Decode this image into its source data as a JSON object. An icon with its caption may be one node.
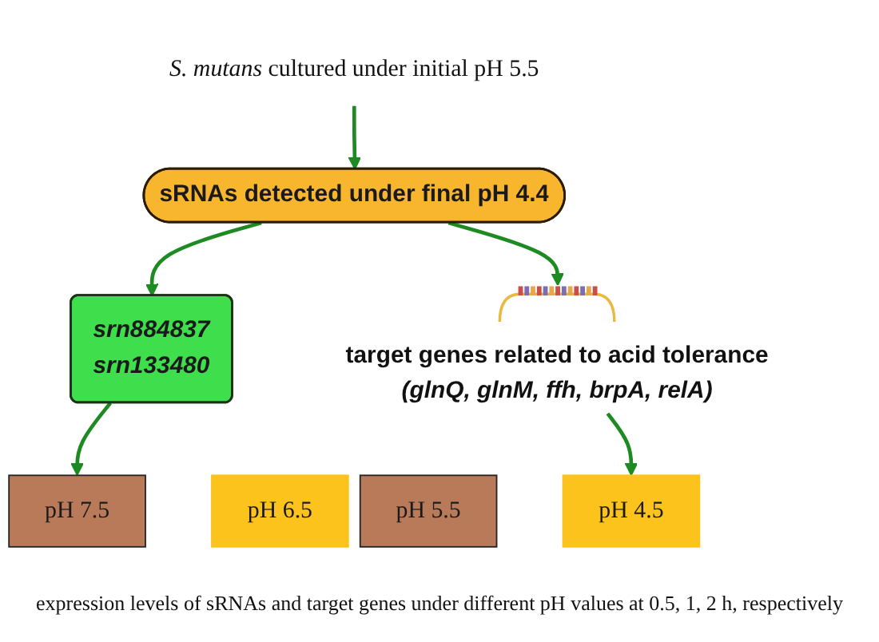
{
  "diagram": {
    "caption": "expression levels of sRNAs and target genes under different pH values at 0.5, 1, 2 h, respectively",
    "nodes": [
      {
        "text": [
          "*S. mutans* cultured under initial pH 5.5"
        ]
      },
      {
        "text": [
          "sRNAs detected under final pH 4.4"
        ]
      },
      {
        "text": [
          "srn884837",
          "srn133480"
        ]
      },
      {
        "text": [
          "target genes related to acid tolerance",
          "(glnQ, glnM, ffh, brpA, relA)"
        ]
      },
      {
        "text": [
          "pH 7.5"
        ]
      },
      {
        "text": [
          "pH 6.5"
        ]
      },
      {
        "text": [
          "pH 5.5"
        ]
      },
      {
        "text": [
          "pH 4.5"
        ]
      }
    ],
    "edges": [
      {
        "from": 0,
        "to": 1,
        "arrow": "to"
      },
      {
        "from": 1,
        "to": 2,
        "arrow": "to"
      },
      {
        "from": 1,
        "to": 3,
        "arrow": "to"
      },
      {
        "from": 2,
        "to": 4,
        "arrow": "to"
      },
      {
        "from": 3,
        "to": 7,
        "arrow": "to"
      }
    ]
  }
}
